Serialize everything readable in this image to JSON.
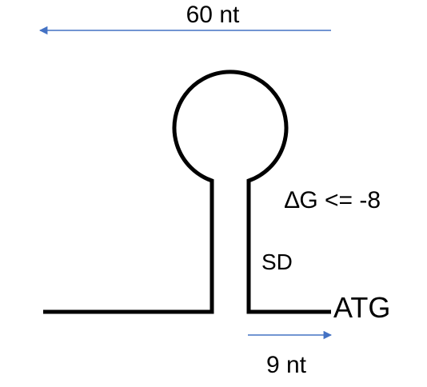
{
  "diagram": {
    "top_arrow_label": "60 nt",
    "bottom_arrow_label": "9 nt",
    "energy_label": "∆G <= -8",
    "sd_label": "SD",
    "start_codon_label": "ATG",
    "colors": {
      "arrow": "#4472C4",
      "structure": "#000000",
      "text": "#000000"
    }
  }
}
